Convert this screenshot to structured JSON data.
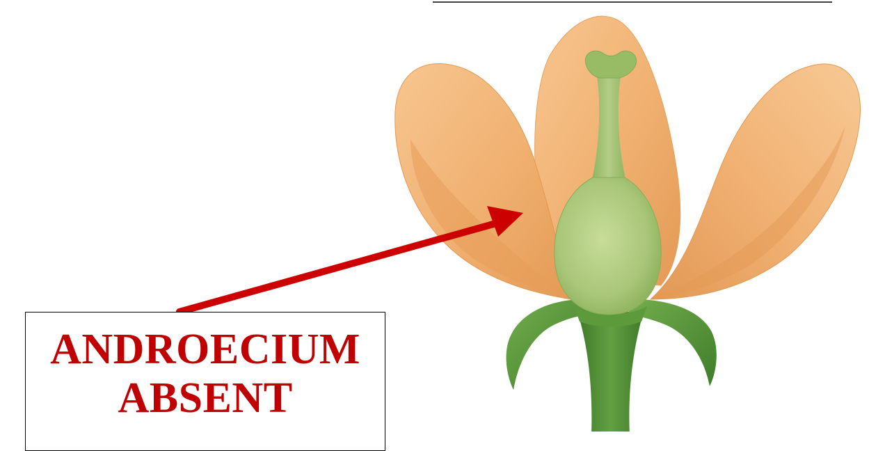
{
  "label": {
    "line1": "ANDROECIUM",
    "line2": "ABSENT"
  },
  "colors": {
    "label_text": "#c00000",
    "arrow": "#cc0000",
    "petal": "#f0b070",
    "petal_edge": "#e49850",
    "pistil": "#a8c878",
    "sepal": "#5a9a3a",
    "stem": "#4f8d33"
  },
  "icons": {
    "arrow": "arrow-pointer-icon",
    "flower": "flower-illustration"
  }
}
